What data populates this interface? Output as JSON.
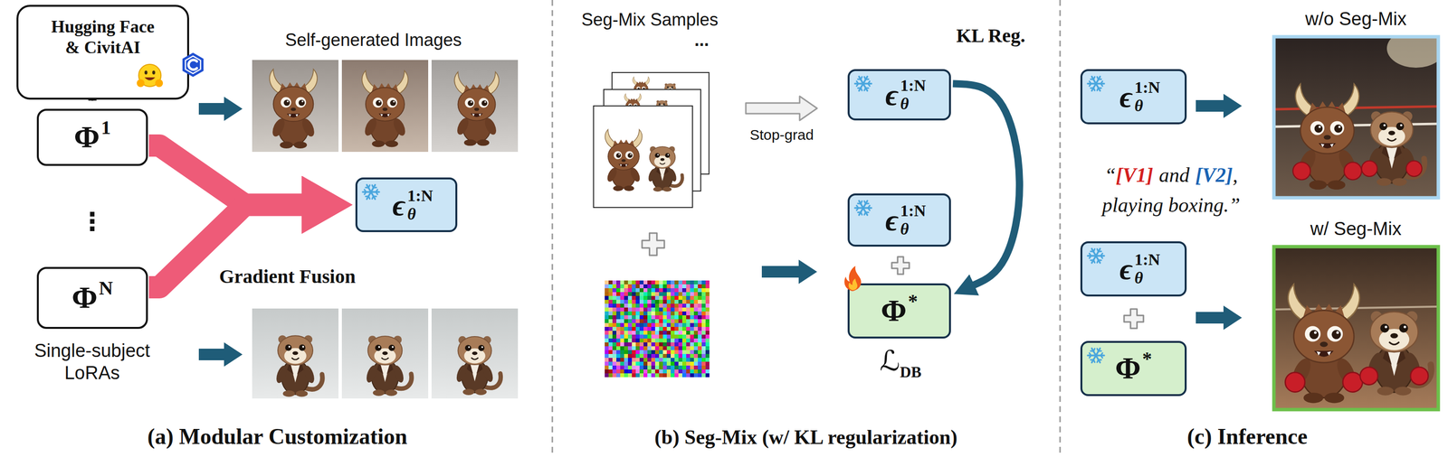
{
  "diagram": {
    "nodes": [
      {
        "text": [
          "Hugging Face & CivitAI"
        ]
      },
      {
        "text": [
          "Φ",
          "1"
        ]
      },
      {
        "text": [
          "Φ",
          "N"
        ]
      },
      {
        "text": [
          "ϵ",
          "θ",
          "1:N"
        ]
      },
      {
        "text": [
          "ϵ",
          "θ",
          "1:N"
        ]
      },
      {
        "text": [
          "ϵ",
          "θ",
          "1:N"
        ]
      },
      {
        "text": [
          "Φ",
          "*"
        ]
      },
      {
        "text": [
          "ϵ",
          "θ",
          "1:N"
        ]
      },
      {
        "text": [
          "ϵ",
          "θ",
          "1:N"
        ]
      },
      {
        "text": [
          "Φ",
          "*"
        ]
      }
    ],
    "edges": [
      {
        "from": 0,
        "to": 1,
        "arrow": "to"
      },
      {
        "from": 1,
        "to": 3,
        "arrow": "to"
      },
      {
        "from": 2,
        "to": 3,
        "arrow": "to"
      },
      {
        "from": 4,
        "to": 6,
        "label": "KL Reg.",
        "arrow": "to"
      }
    ],
    "labels": [
      "Self-generated Images",
      "⋮",
      "Single-subject LoRAs",
      "Gradient Fusion",
      "(a) Modular Customization",
      "Seg-Mix Samples",
      "...",
      "Stop-grad",
      "ℒ",
      "DB",
      "(b) Seg-Mix (w/ KL regularization)",
      "w/o Seg-Mix",
      "“",
      "[V1]",
      "and",
      "[V2]",
      ",",
      "playing boxing.”",
      "w/ Seg-Mix",
      "(c) Inference"
    ]
  }
}
